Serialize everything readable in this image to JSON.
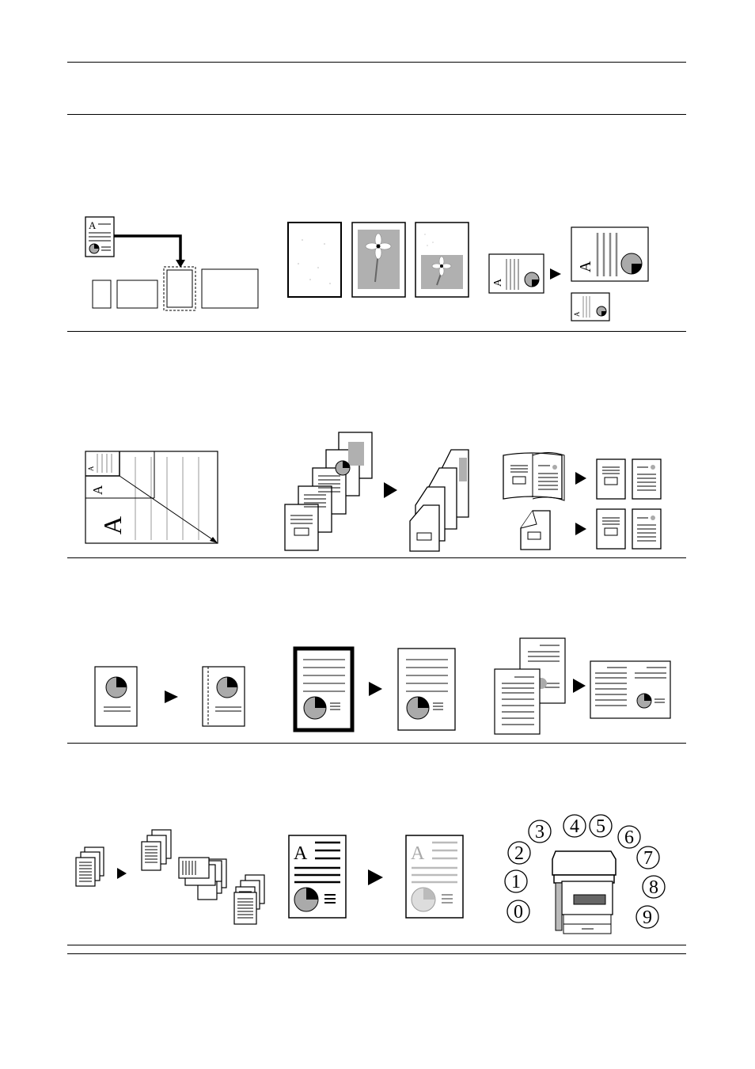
{
  "letters": {
    "a": "A"
  },
  "speed_dial": {
    "digits": [
      "0",
      "1",
      "2",
      "3",
      "4",
      "5",
      "6",
      "7",
      "8",
      "9"
    ]
  },
  "colors": {
    "ink": "#000000",
    "gray": "#b0b0b0",
    "light_gray": "#d0d0d0",
    "paper": "#ffffff"
  }
}
